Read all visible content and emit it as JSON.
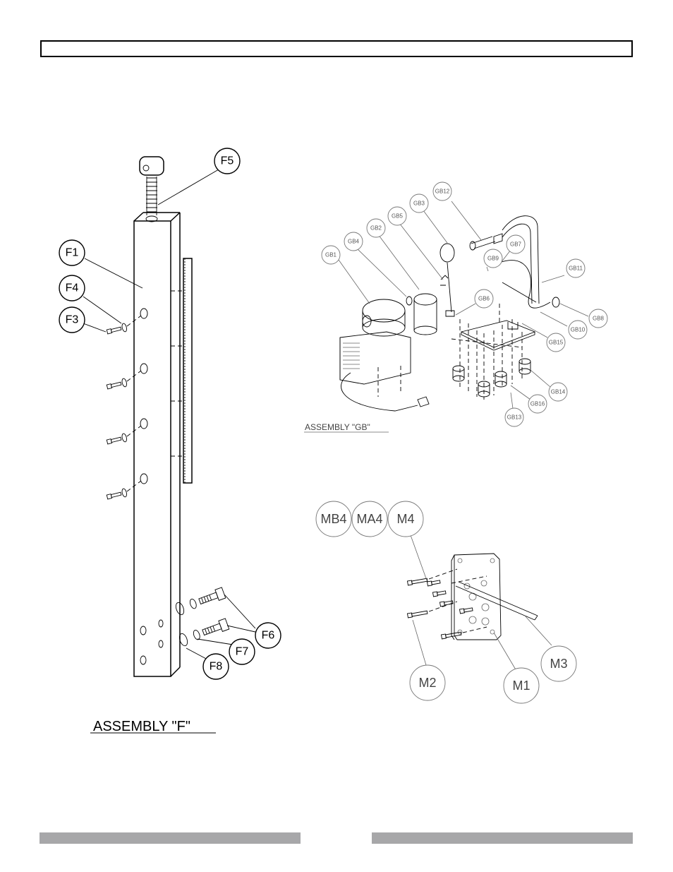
{
  "assembly_f": {
    "caption": "ASSEMBLY  \"F\"",
    "callouts": [
      "F1",
      "F3",
      "F4",
      "F5",
      "F6",
      "F7",
      "F8"
    ]
  },
  "assembly_gb": {
    "caption": "ASSEMBLY  \"GB\"",
    "callouts": [
      "GB1",
      "GB4",
      "GB2",
      "GB5",
      "GB3",
      "GB12",
      "GB7",
      "GB9",
      "GB11",
      "GB6",
      "GB8",
      "GB10",
      "GB15",
      "GB14",
      "GB16",
      "GB13"
    ]
  },
  "assembly_m": {
    "callouts": [
      "MB4",
      "MA4",
      "M4",
      "M2",
      "M1",
      "M3"
    ]
  },
  "colors": {
    "line": "#000000",
    "footer_bar": "#a7a7a9"
  }
}
